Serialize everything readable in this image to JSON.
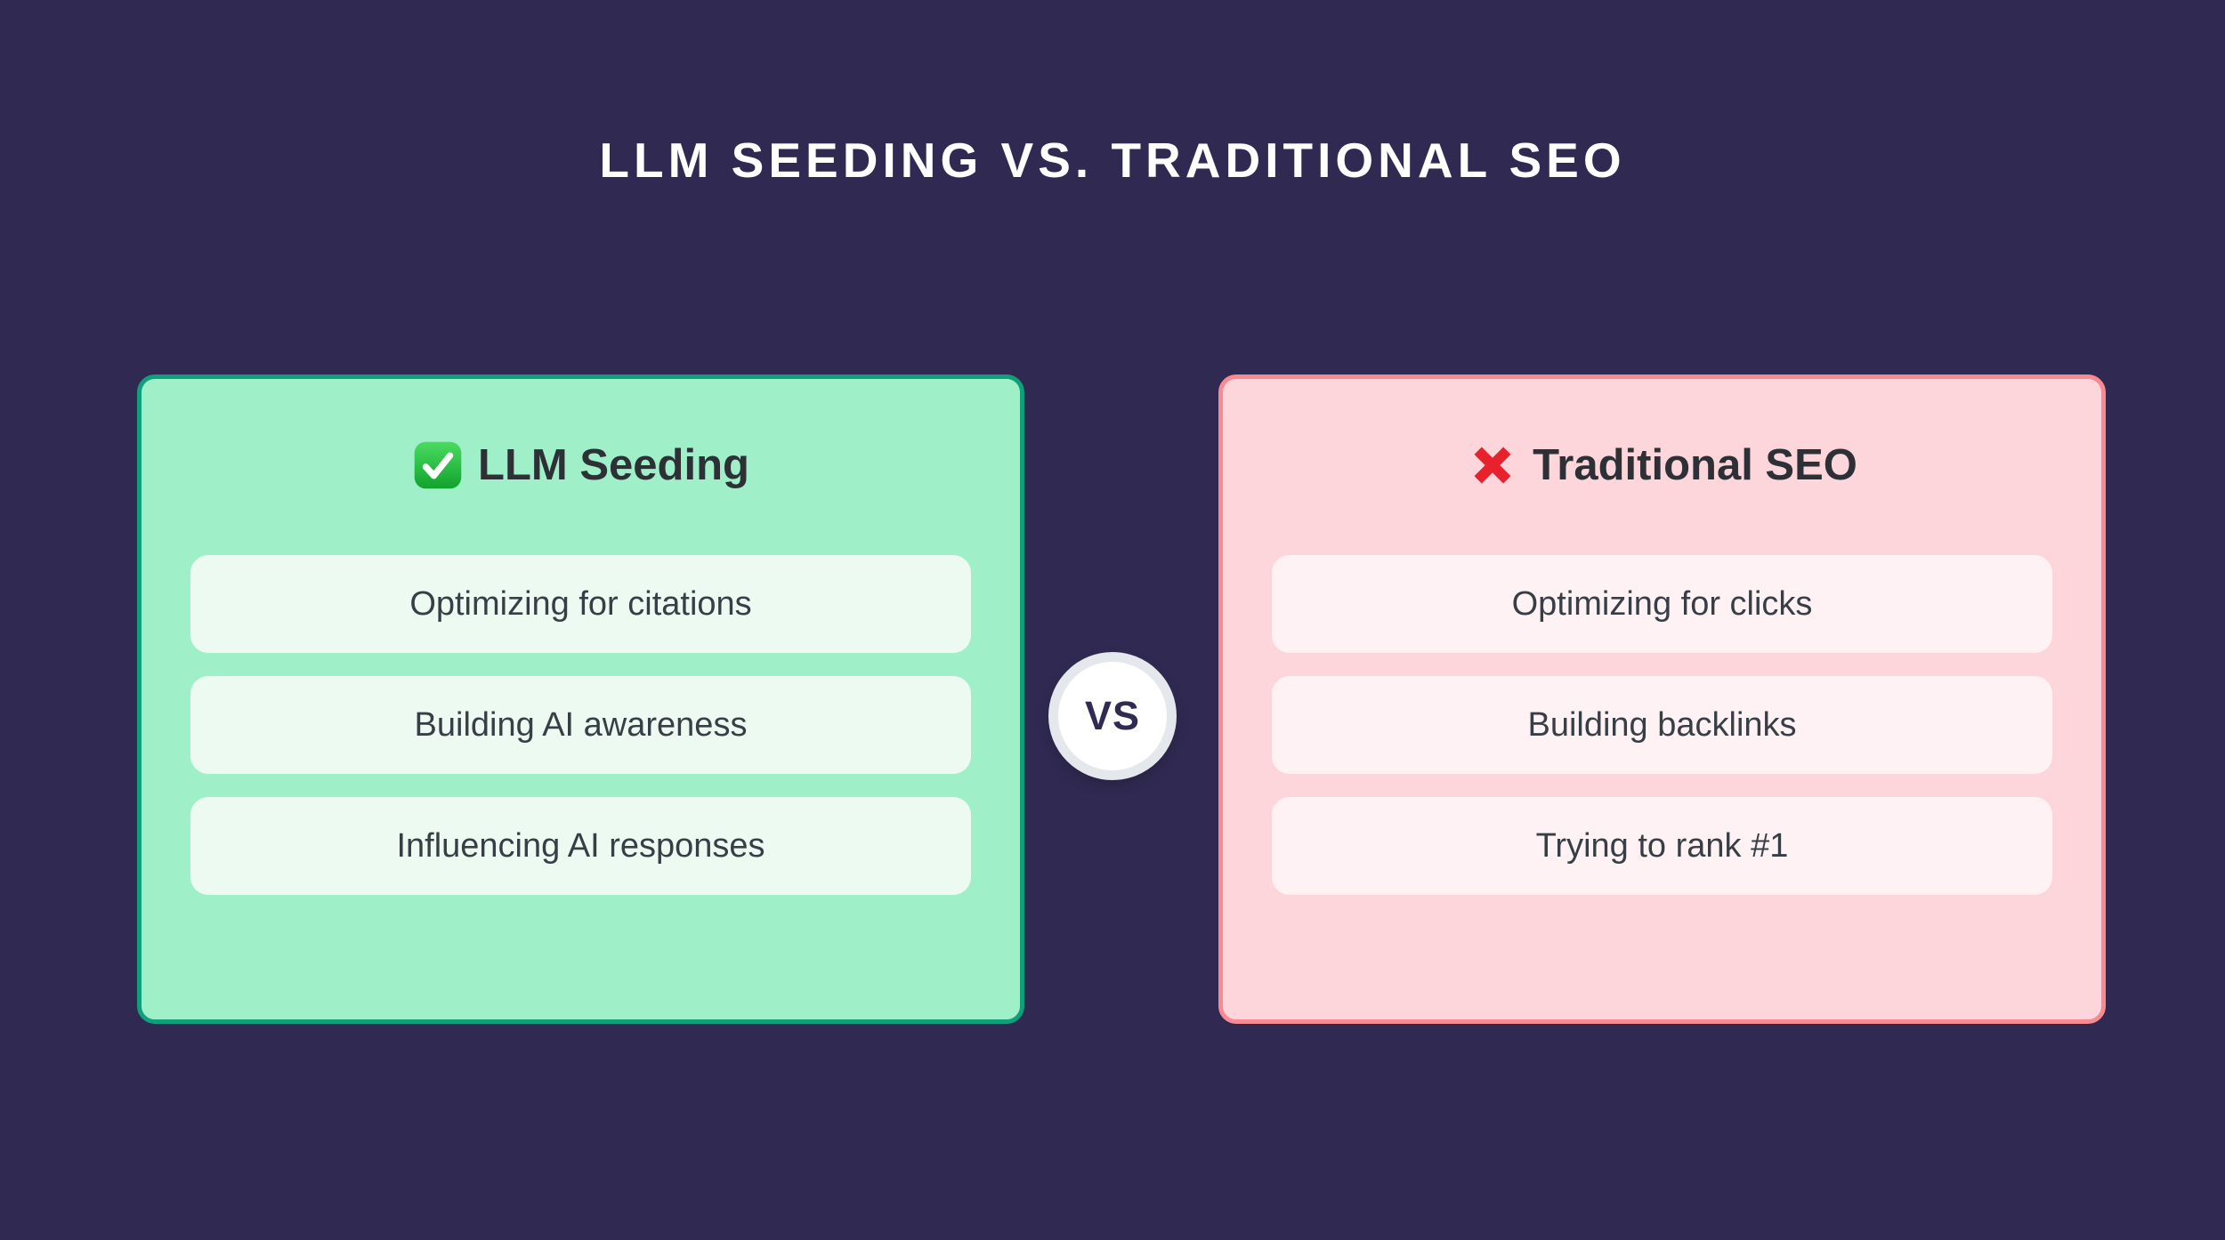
{
  "title": "LLM SEEDING VS. TRADITIONAL SEO",
  "vs_label": "VS",
  "cards": {
    "llm_seeding": {
      "icon": "check-icon",
      "title": "LLM Seeding",
      "items": [
        "Optimizing for citations",
        "Building AI awareness",
        "Influencing AI responses"
      ]
    },
    "traditional_seo": {
      "icon": "cross-icon",
      "title": "Traditional SEO",
      "items": [
        "Optimizing for clicks",
        "Building backlinks",
        "Trying to rank #1"
      ]
    }
  },
  "colors": {
    "page_bg": "#302A52",
    "title_text": "#FFFFFF",
    "green_card_bg": "#9FF0C9",
    "green_card_border": "#0E9F7B",
    "green_item_bg": "#ECFAF2",
    "pink_card_bg": "#FDD6DC",
    "pink_card_border": "#F98A92",
    "pink_item_bg": "#FEF2F5",
    "heading_text": "#2D3136",
    "item_text": "#383E45",
    "vs_text": "#2F2B52",
    "vs_ring": "#E4E7EC",
    "check_green": "#1EB53A",
    "cross_red": "#E8222D"
  }
}
